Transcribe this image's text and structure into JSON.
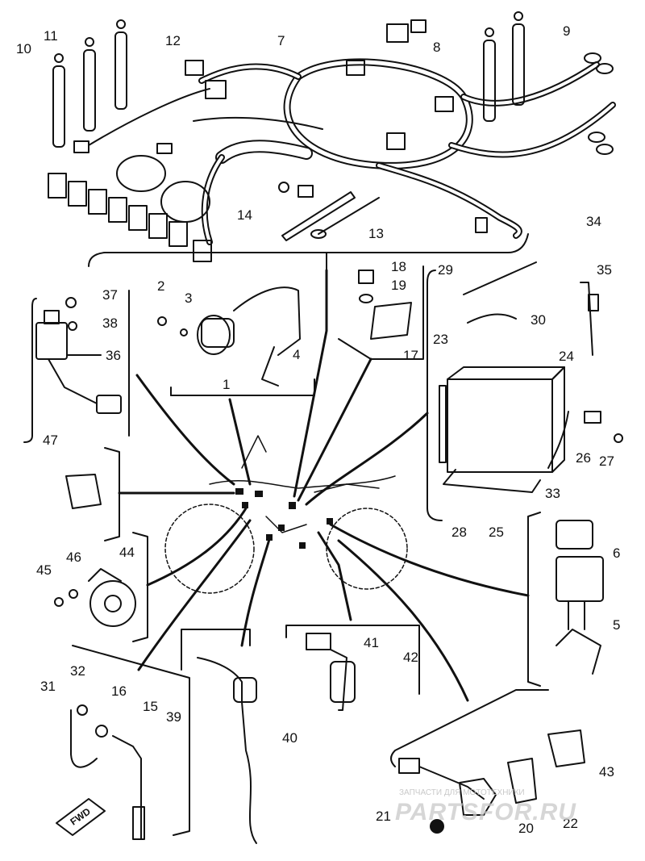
{
  "callouts": [
    "10",
    "11",
    "12",
    "7",
    "8",
    "9",
    "14",
    "13",
    "34",
    "35",
    "18",
    "19",
    "29",
    "2",
    "3",
    "37",
    "38",
    "36",
    "30",
    "17",
    "23",
    "24",
    "1",
    "4",
    "26",
    "27",
    "47",
    "33",
    "28",
    "25",
    "6",
    "46",
    "44",
    "45",
    "5",
    "31",
    "32",
    "16",
    "15",
    "39",
    "41",
    "42",
    "40",
    "43",
    "21",
    "20",
    "22"
  ],
  "direction_arrow": "FWD",
  "watermark": {
    "line1": "ЗАПЧАСТИ ДЛЯ МОТОТЕХНИКИ",
    "line2": "PARTSFOR.RU"
  }
}
